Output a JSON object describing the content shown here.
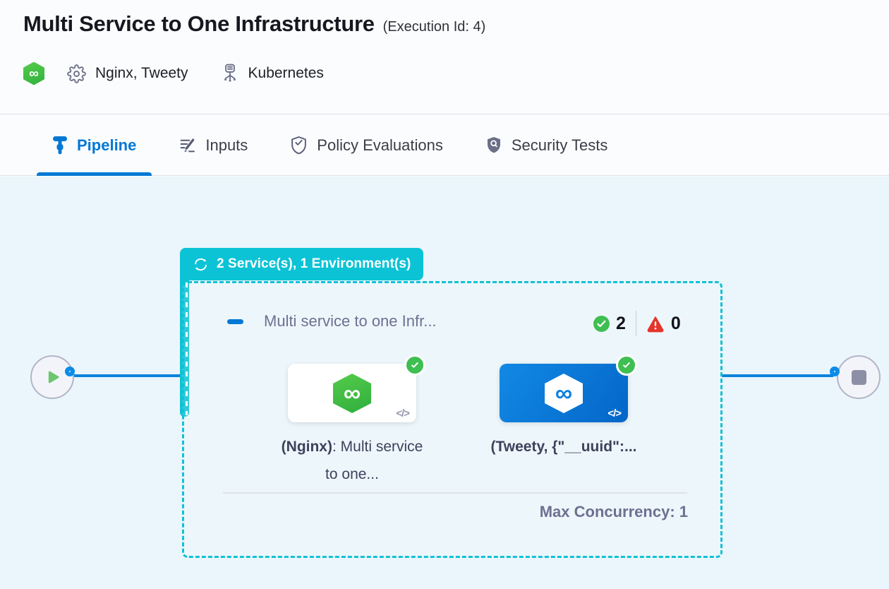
{
  "header": {
    "title": "Multi Service to One Infrastructure",
    "execution_id": "(Execution Id: 4)",
    "services": "Nginx, Tweety",
    "environment": "Kubernetes"
  },
  "tabs": {
    "pipeline": "Pipeline",
    "inputs": "Inputs",
    "policy": "Policy Evaluations",
    "security": "Security Tests"
  },
  "stage": {
    "badge_label": "2 Service(s), 1 Environment(s)",
    "title": "Multi service to one Infr...",
    "success_count": "2",
    "error_count": "0",
    "max_concurrency": "Max Concurrency: 1"
  },
  "nodes": {
    "nginx": {
      "name_bold": "(Nginx)",
      "name_rest": ": Multi service to one...",
      "code_icon": "</>"
    },
    "tweety": {
      "name_bold": "(Tweety, {\"__uuid\":...",
      "name_rest": "",
      "code_icon": "</>"
    }
  },
  "colors": {
    "accent_blue": "#0278d5",
    "teal": "#0bc8d9",
    "success_green": "#3fbe51",
    "error_red": "#e5342a",
    "canvas_bg": "#eaf6fb"
  }
}
